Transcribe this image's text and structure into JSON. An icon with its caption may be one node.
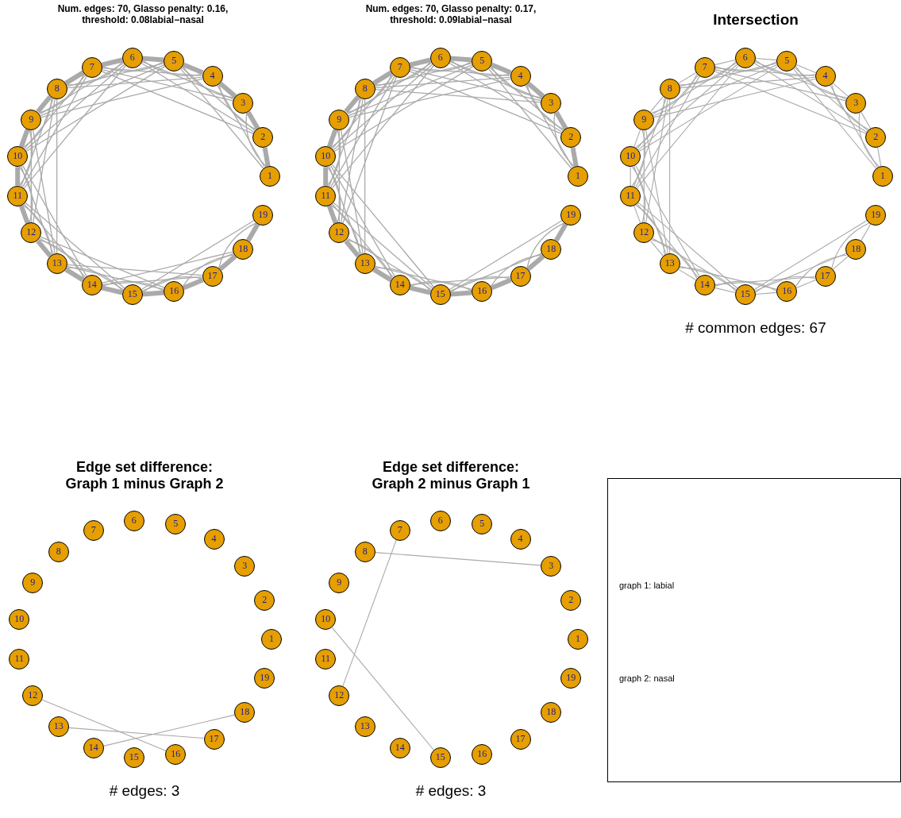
{
  "diagram": {
    "nodes": [
      {
        "text": [
          "1"
        ]
      },
      {
        "text": [
          "2"
        ]
      },
      {
        "text": [
          "3"
        ]
      },
      {
        "text": [
          "4"
        ]
      },
      {
        "text": [
          "5"
        ]
      },
      {
        "text": [
          "6"
        ]
      },
      {
        "text": [
          "7"
        ]
      },
      {
        "text": [
          "8"
        ]
      },
      {
        "text": [
          "9"
        ]
      },
      {
        "text": [
          "10"
        ]
      },
      {
        "text": [
          "11"
        ]
      },
      {
        "text": [
          "12"
        ]
      },
      {
        "text": [
          "13"
        ]
      },
      {
        "text": [
          "14"
        ]
      },
      {
        "text": [
          "15"
        ]
      },
      {
        "text": [
          "16"
        ]
      },
      {
        "text": [
          "17"
        ]
      },
      {
        "text": [
          "18"
        ]
      },
      {
        "text": [
          "19"
        ]
      },
      {
        "text": [
          "1"
        ]
      },
      {
        "text": [
          "2"
        ]
      },
      {
        "text": [
          "3"
        ]
      },
      {
        "text": [
          "4"
        ]
      },
      {
        "text": [
          "5"
        ]
      },
      {
        "text": [
          "6"
        ]
      },
      {
        "text": [
          "7"
        ]
      },
      {
        "text": [
          "8"
        ]
      },
      {
        "text": [
          "9"
        ]
      },
      {
        "text": [
          "10"
        ]
      },
      {
        "text": [
          "11"
        ]
      },
      {
        "text": [
          "12"
        ]
      },
      {
        "text": [
          "13"
        ]
      },
      {
        "text": [
          "14"
        ]
      },
      {
        "text": [
          "15"
        ]
      },
      {
        "text": [
          "16"
        ]
      },
      {
        "text": [
          "17"
        ]
      },
      {
        "text": [
          "18"
        ]
      },
      {
        "text": [
          "19"
        ]
      },
      {
        "text": [
          "1"
        ]
      },
      {
        "text": [
          "2"
        ]
      },
      {
        "text": [
          "3"
        ]
      },
      {
        "text": [
          "4"
        ]
      },
      {
        "text": [
          "5"
        ]
      },
      {
        "text": [
          "6"
        ]
      },
      {
        "text": [
          "7"
        ]
      },
      {
        "text": [
          "8"
        ]
      },
      {
        "text": [
          "9"
        ]
      },
      {
        "text": [
          "10"
        ]
      },
      {
        "text": [
          "11"
        ]
      },
      {
        "text": [
          "12"
        ]
      },
      {
        "text": [
          "13"
        ]
      },
      {
        "text": [
          "14"
        ]
      },
      {
        "text": [
          "15"
        ]
      },
      {
        "text": [
          "16"
        ]
      },
      {
        "text": [
          "17"
        ]
      },
      {
        "text": [
          "18"
        ]
      },
      {
        "text": [
          "19"
        ]
      },
      {
        "text": [
          "1"
        ]
      },
      {
        "text": [
          "2"
        ]
      },
      {
        "text": [
          "3"
        ]
      },
      {
        "text": [
          "4"
        ]
      },
      {
        "text": [
          "5"
        ]
      },
      {
        "text": [
          "6"
        ]
      },
      {
        "text": [
          "7"
        ]
      },
      {
        "text": [
          "8"
        ]
      },
      {
        "text": [
          "9"
        ]
      },
      {
        "text": [
          "10"
        ]
      },
      {
        "text": [
          "11"
        ]
      },
      {
        "text": [
          "12"
        ]
      },
      {
        "text": [
          "13"
        ]
      },
      {
        "text": [
          "14"
        ]
      },
      {
        "text": [
          "15"
        ]
      },
      {
        "text": [
          "16"
        ]
      },
      {
        "text": [
          "17"
        ]
      },
      {
        "text": [
          "18"
        ]
      },
      {
        "text": [
          "19"
        ]
      },
      {
        "text": [
          "1"
        ]
      },
      {
        "text": [
          "2"
        ]
      },
      {
        "text": [
          "3"
        ]
      },
      {
        "text": [
          "4"
        ]
      },
      {
        "text": [
          "5"
        ]
      },
      {
        "text": [
          "6"
        ]
      },
      {
        "text": [
          "7"
        ]
      },
      {
        "text": [
          "8"
        ]
      },
      {
        "text": [
          "9"
        ]
      },
      {
        "text": [
          "10"
        ]
      },
      {
        "text": [
          "11"
        ]
      },
      {
        "text": [
          "12"
        ]
      },
      {
        "text": [
          "13"
        ]
      },
      {
        "text": [
          "14"
        ]
      },
      {
        "text": [
          "15"
        ]
      },
      {
        "text": [
          "16"
        ]
      },
      {
        "text": [
          "17"
        ]
      },
      {
        "text": [
          "18"
        ]
      },
      {
        "text": [
          "19"
        ]
      },
      {
        "text": [
          "graph 1: labial",
          "graph 2: nasal"
        ]
      }
    ],
    "edges": [
      {
        "from": 0,
        "to": 1,
        "arrow": "none",
        "style": "thick"
      },
      {
        "from": 0,
        "to": 2,
        "arrow": "none"
      },
      {
        "from": 0,
        "to": 3,
        "arrow": "none"
      },
      {
        "from": 0,
        "to": 4,
        "arrow": "none"
      },
      {
        "from": 1,
        "to": 2,
        "arrow": "none",
        "style": "thick"
      },
      {
        "from": 1,
        "to": 3,
        "arrow": "none"
      },
      {
        "from": 1,
        "to": 4,
        "arrow": "none"
      },
      {
        "from": 1,
        "to": 5,
        "arrow": "none"
      },
      {
        "from": 1,
        "to": 6,
        "arrow": "none"
      },
      {
        "from": 2,
        "to": 3,
        "arrow": "none",
        "style": "thick"
      },
      {
        "from": 2,
        "to": 4,
        "arrow": "none"
      },
      {
        "from": 2,
        "to": 5,
        "arrow": "none"
      },
      {
        "from": 2,
        "to": 6,
        "arrow": "none"
      },
      {
        "from": 3,
        "to": 4,
        "arrow": "none",
        "style": "thick"
      },
      {
        "from": 3,
        "to": 5,
        "arrow": "none"
      },
      {
        "from": 3,
        "to": 6,
        "arrow": "none"
      },
      {
        "from": 3,
        "to": 7,
        "arrow": "none"
      },
      {
        "from": 3,
        "to": 8,
        "arrow": "none"
      },
      {
        "from": 4,
        "to": 5,
        "arrow": "none",
        "style": "thick"
      },
      {
        "from": 4,
        "to": 6,
        "arrow": "none"
      },
      {
        "from": 4,
        "to": 7,
        "arrow": "none"
      },
      {
        "from": 4,
        "to": 8,
        "arrow": "none"
      },
      {
        "from": 4,
        "to": 9,
        "arrow": "none"
      },
      {
        "from": 5,
        "to": 6,
        "arrow": "none",
        "style": "thick"
      },
      {
        "from": 5,
        "to": 7,
        "arrow": "none"
      },
      {
        "from": 5,
        "to": 8,
        "arrow": "none"
      },
      {
        "from": 5,
        "to": 9,
        "arrow": "none"
      },
      {
        "from": 5,
        "to": 10,
        "arrow": "none"
      },
      {
        "from": 6,
        "to": 7,
        "arrow": "none",
        "style": "thick"
      },
      {
        "from": 6,
        "to": 8,
        "arrow": "none"
      },
      {
        "from": 6,
        "to": 9,
        "arrow": "none"
      },
      {
        "from": 6,
        "to": 10,
        "arrow": "none"
      },
      {
        "from": 7,
        "to": 8,
        "arrow": "none",
        "style": "thick"
      },
      {
        "from": 7,
        "to": 9,
        "arrow": "none"
      },
      {
        "from": 7,
        "to": 10,
        "arrow": "none"
      },
      {
        "from": 7,
        "to": 11,
        "arrow": "none"
      },
      {
        "from": 7,
        "to": 12,
        "arrow": "none"
      },
      {
        "from": 8,
        "to": 9,
        "arrow": "none",
        "style": "thick"
      },
      {
        "from": 8,
        "to": 10,
        "arrow": "none"
      },
      {
        "from": 8,
        "to": 11,
        "arrow": "none"
      },
      {
        "from": 8,
        "to": 12,
        "arrow": "none"
      },
      {
        "from": 9,
        "to": 10,
        "arrow": "none",
        "style": "thick"
      },
      {
        "from": 9,
        "to": 11,
        "arrow": "none"
      },
      {
        "from": 9,
        "to": 12,
        "arrow": "none"
      },
      {
        "from": 9,
        "to": 13,
        "arrow": "none"
      },
      {
        "from": 10,
        "to": 11,
        "arrow": "none",
        "style": "thick"
      },
      {
        "from": 10,
        "to": 12,
        "arrow": "none"
      },
      {
        "from": 10,
        "to": 13,
        "arrow": "none"
      },
      {
        "from": 10,
        "to": 14,
        "arrow": "none"
      },
      {
        "from": 11,
        "to": 12,
        "arrow": "none",
        "style": "thick"
      },
      {
        "from": 11,
        "to": 13,
        "arrow": "none"
      },
      {
        "from": 11,
        "to": 14,
        "arrow": "none"
      },
      {
        "from": 12,
        "to": 13,
        "arrow": "none",
        "style": "thick"
      },
      {
        "from": 12,
        "to": 14,
        "arrow": "none"
      },
      {
        "from": 12,
        "to": 15,
        "arrow": "none"
      },
      {
        "from": 13,
        "to": 14,
        "arrow": "none",
        "style": "thick"
      },
      {
        "from": 13,
        "to": 15,
        "arrow": "none"
      },
      {
        "from": 13,
        "to": 16,
        "arrow": "none"
      },
      {
        "from": 14,
        "to": 15,
        "arrow": "none",
        "style": "thick"
      },
      {
        "from": 14,
        "to": 16,
        "arrow": "none"
      },
      {
        "from": 14,
        "to": 17,
        "arrow": "none"
      },
      {
        "from": 14,
        "to": 18,
        "arrow": "none"
      },
      {
        "from": 15,
        "to": 16,
        "arrow": "none",
        "style": "thick"
      },
      {
        "from": 15,
        "to": 17,
        "arrow": "none"
      },
      {
        "from": 16,
        "to": 17,
        "arrow": "none",
        "style": "thick"
      },
      {
        "from": 16,
        "to": 18,
        "arrow": "none"
      },
      {
        "from": 17,
        "to": 18,
        "arrow": "none",
        "style": "thick"
      },
      {
        "from": 11,
        "to": 15,
        "arrow": "none"
      },
      {
        "from": 12,
        "to": 16,
        "arrow": "none"
      },
      {
        "from": 13,
        "to": 17,
        "arrow": "none"
      },
      {
        "from": 19,
        "to": 20,
        "arrow": "none",
        "style": "thick"
      },
      {
        "from": 19,
        "to": 21,
        "arrow": "none"
      },
      {
        "from": 19,
        "to": 22,
        "arrow": "none"
      },
      {
        "from": 19,
        "to": 23,
        "arrow": "none"
      },
      {
        "from": 20,
        "to": 21,
        "arrow": "none",
        "style": "thick"
      },
      {
        "from": 20,
        "to": 22,
        "arrow": "none"
      },
      {
        "from": 20,
        "to": 23,
        "arrow": "none"
      },
      {
        "from": 20,
        "to": 24,
        "arrow": "none"
      },
      {
        "from": 20,
        "to": 25,
        "arrow": "none"
      },
      {
        "from": 21,
        "to": 22,
        "arrow": "none",
        "style": "thick"
      },
      {
        "from": 21,
        "to": 23,
        "arrow": "none"
      },
      {
        "from": 21,
        "to": 24,
        "arrow": "none"
      },
      {
        "from": 21,
        "to": 25,
        "arrow": "none"
      },
      {
        "from": 22,
        "to": 23,
        "arrow": "none",
        "style": "thick"
      },
      {
        "from": 22,
        "to": 24,
        "arrow": "none"
      },
      {
        "from": 22,
        "to": 25,
        "arrow": "none"
      },
      {
        "from": 22,
        "to": 26,
        "arrow": "none"
      },
      {
        "from": 22,
        "to": 27,
        "arrow": "none"
      },
      {
        "from": 23,
        "to": 24,
        "arrow": "none",
        "style": "thick"
      },
      {
        "from": 23,
        "to": 25,
        "arrow": "none"
      },
      {
        "from": 23,
        "to": 26,
        "arrow": "none"
      },
      {
        "from": 23,
        "to": 27,
        "arrow": "none"
      },
      {
        "from": 23,
        "to": 28,
        "arrow": "none"
      },
      {
        "from": 24,
        "to": 25,
        "arrow": "none",
        "style": "thick"
      },
      {
        "from": 24,
        "to": 26,
        "arrow": "none"
      },
      {
        "from": 24,
        "to": 27,
        "arrow": "none"
      },
      {
        "from": 24,
        "to": 28,
        "arrow": "none"
      },
      {
        "from": 24,
        "to": 29,
        "arrow": "none"
      },
      {
        "from": 25,
        "to": 26,
        "arrow": "none",
        "style": "thick"
      },
      {
        "from": 25,
        "to": 27,
        "arrow": "none"
      },
      {
        "from": 25,
        "to": 28,
        "arrow": "none"
      },
      {
        "from": 25,
        "to": 29,
        "arrow": "none"
      },
      {
        "from": 26,
        "to": 27,
        "arrow": "none",
        "style": "thick"
      },
      {
        "from": 26,
        "to": 28,
        "arrow": "none"
      },
      {
        "from": 26,
        "to": 29,
        "arrow": "none"
      },
      {
        "from": 26,
        "to": 30,
        "arrow": "none"
      },
      {
        "from": 26,
        "to": 31,
        "arrow": "none"
      },
      {
        "from": 27,
        "to": 28,
        "arrow": "none",
        "style": "thick"
      },
      {
        "from": 27,
        "to": 29,
        "arrow": "none"
      },
      {
        "from": 27,
        "to": 30,
        "arrow": "none"
      },
      {
        "from": 27,
        "to": 31,
        "arrow": "none"
      },
      {
        "from": 28,
        "to": 29,
        "arrow": "none",
        "style": "thick"
      },
      {
        "from": 28,
        "to": 30,
        "arrow": "none"
      },
      {
        "from": 28,
        "to": 31,
        "arrow": "none"
      },
      {
        "from": 28,
        "to": 32,
        "arrow": "none"
      },
      {
        "from": 29,
        "to": 30,
        "arrow": "none",
        "style": "thick"
      },
      {
        "from": 29,
        "to": 31,
        "arrow": "none"
      },
      {
        "from": 29,
        "to": 32,
        "arrow": "none"
      },
      {
        "from": 29,
        "to": 33,
        "arrow": "none"
      },
      {
        "from": 30,
        "to": 31,
        "arrow": "none",
        "style": "thick"
      },
      {
        "from": 30,
        "to": 32,
        "arrow": "none"
      },
      {
        "from": 30,
        "to": 33,
        "arrow": "none"
      },
      {
        "from": 31,
        "to": 32,
        "arrow": "none",
        "style": "thick"
      },
      {
        "from": 31,
        "to": 33,
        "arrow": "none"
      },
      {
        "from": 31,
        "to": 34,
        "arrow": "none"
      },
      {
        "from": 32,
        "to": 33,
        "arrow": "none",
        "style": "thick"
      },
      {
        "from": 32,
        "to": 34,
        "arrow": "none"
      },
      {
        "from": 32,
        "to": 35,
        "arrow": "none"
      },
      {
        "from": 33,
        "to": 34,
        "arrow": "none",
        "style": "thick"
      },
      {
        "from": 33,
        "to": 35,
        "arrow": "none"
      },
      {
        "from": 33,
        "to": 36,
        "arrow": "none"
      },
      {
        "from": 33,
        "to": 37,
        "arrow": "none"
      },
      {
        "from": 34,
        "to": 35,
        "arrow": "none",
        "style": "thick"
      },
      {
        "from": 34,
        "to": 36,
        "arrow": "none"
      },
      {
        "from": 35,
        "to": 36,
        "arrow": "none",
        "style": "thick"
      },
      {
        "from": 35,
        "to": 37,
        "arrow": "none"
      },
      {
        "from": 36,
        "to": 37,
        "arrow": "none",
        "style": "thick"
      },
      {
        "from": 21,
        "to": 26,
        "arrow": "none"
      },
      {
        "from": 25,
        "to": 30,
        "arrow": "none"
      },
      {
        "from": 28,
        "to": 33,
        "arrow": "none"
      },
      {
        "from": 38,
        "to": 39,
        "arrow": "none"
      },
      {
        "from": 38,
        "to": 40,
        "arrow": "none"
      },
      {
        "from": 38,
        "to": 41,
        "arrow": "none"
      },
      {
        "from": 38,
        "to": 42,
        "arrow": "none"
      },
      {
        "from": 39,
        "to": 40,
        "arrow": "none"
      },
      {
        "from": 39,
        "to": 41,
        "arrow": "none"
      },
      {
        "from": 39,
        "to": 42,
        "arrow": "none"
      },
      {
        "from": 39,
        "to": 43,
        "arrow": "none"
      },
      {
        "from": 39,
        "to": 44,
        "arrow": "none"
      },
      {
        "from": 40,
        "to": 41,
        "arrow": "none"
      },
      {
        "from": 40,
        "to": 42,
        "arrow": "none"
      },
      {
        "from": 40,
        "to": 43,
        "arrow": "none"
      },
      {
        "from": 40,
        "to": 44,
        "arrow": "none"
      },
      {
        "from": 41,
        "to": 42,
        "arrow": "none"
      },
      {
        "from": 41,
        "to": 43,
        "arrow": "none"
      },
      {
        "from": 41,
        "to": 44,
        "arrow": "none"
      },
      {
        "from": 41,
        "to": 45,
        "arrow": "none"
      },
      {
        "from": 41,
        "to": 46,
        "arrow": "none"
      },
      {
        "from": 42,
        "to": 43,
        "arrow": "none"
      },
      {
        "from": 42,
        "to": 44,
        "arrow": "none"
      },
      {
        "from": 42,
        "to": 45,
        "arrow": "none"
      },
      {
        "from": 42,
        "to": 46,
        "arrow": "none"
      },
      {
        "from": 42,
        "to": 47,
        "arrow": "none"
      },
      {
        "from": 43,
        "to": 44,
        "arrow": "none"
      },
      {
        "from": 43,
        "to": 45,
        "arrow": "none"
      },
      {
        "from": 43,
        "to": 46,
        "arrow": "none"
      },
      {
        "from": 43,
        "to": 47,
        "arrow": "none"
      },
      {
        "from": 43,
        "to": 48,
        "arrow": "none"
      },
      {
        "from": 44,
        "to": 45,
        "arrow": "none"
      },
      {
        "from": 44,
        "to": 46,
        "arrow": "none"
      },
      {
        "from": 44,
        "to": 47,
        "arrow": "none"
      },
      {
        "from": 44,
        "to": 48,
        "arrow": "none"
      },
      {
        "from": 45,
        "to": 46,
        "arrow": "none"
      },
      {
        "from": 45,
        "to": 47,
        "arrow": "none"
      },
      {
        "from": 45,
        "to": 48,
        "arrow": "none"
      },
      {
        "from": 45,
        "to": 49,
        "arrow": "none"
      },
      {
        "from": 45,
        "to": 50,
        "arrow": "none"
      },
      {
        "from": 46,
        "to": 47,
        "arrow": "none"
      },
      {
        "from": 46,
        "to": 48,
        "arrow": "none"
      },
      {
        "from": 46,
        "to": 49,
        "arrow": "none"
      },
      {
        "from": 46,
        "to": 50,
        "arrow": "none"
      },
      {
        "from": 47,
        "to": 48,
        "arrow": "none"
      },
      {
        "from": 47,
        "to": 49,
        "arrow": "none"
      },
      {
        "from": 47,
        "to": 50,
        "arrow": "none"
      },
      {
        "from": 47,
        "to": 51,
        "arrow": "none"
      },
      {
        "from": 48,
        "to": 49,
        "arrow": "none"
      },
      {
        "from": 48,
        "to": 50,
        "arrow": "none"
      },
      {
        "from": 48,
        "to": 51,
        "arrow": "none"
      },
      {
        "from": 48,
        "to": 52,
        "arrow": "none"
      },
      {
        "from": 49,
        "to": 50,
        "arrow": "none"
      },
      {
        "from": 49,
        "to": 51,
        "arrow": "none"
      },
      {
        "from": 49,
        "to": 52,
        "arrow": "none"
      },
      {
        "from": 50,
        "to": 51,
        "arrow": "none"
      },
      {
        "from": 50,
        "to": 52,
        "arrow": "none"
      },
      {
        "from": 50,
        "to": 53,
        "arrow": "none"
      },
      {
        "from": 51,
        "to": 52,
        "arrow": "none"
      },
      {
        "from": 51,
        "to": 53,
        "arrow": "none"
      },
      {
        "from": 51,
        "to": 54,
        "arrow": "none"
      },
      {
        "from": 52,
        "to": 53,
        "arrow": "none"
      },
      {
        "from": 52,
        "to": 54,
        "arrow": "none"
      },
      {
        "from": 52,
        "to": 55,
        "arrow": "none"
      },
      {
        "from": 52,
        "to": 56,
        "arrow": "none"
      },
      {
        "from": 53,
        "to": 54,
        "arrow": "none"
      },
      {
        "from": 53,
        "to": 55,
        "arrow": "none"
      },
      {
        "from": 54,
        "to": 55,
        "arrow": "none"
      },
      {
        "from": 54,
        "to": 56,
        "arrow": "none"
      },
      {
        "from": 55,
        "to": 56,
        "arrow": "none"
      },
      {
        "from": 68,
        "to": 72,
        "arrow": "none"
      },
      {
        "from": 69,
        "to": 73,
        "arrow": "none"
      },
      {
        "from": 70,
        "to": 74,
        "arrow": "none"
      },
      {
        "from": 78,
        "to": 83,
        "arrow": "none"
      },
      {
        "from": 82,
        "to": 87,
        "arrow": "none"
      },
      {
        "from": 85,
        "to": 90,
        "arrow": "none"
      }
    ],
    "labels": [
      "Num. edges: 70, Glasso penalty: 0.16, threshold: 0.08labial−nasal",
      "Num. edges: 70, Glasso penalty: 0.17, threshold: 0.09labial−nasal",
      "Intersection",
      "# common edges: 67",
      "Edge set difference: Graph 1 minus Graph 2",
      "Edge set difference: Graph 2 minus Graph 1",
      "# edges: 3",
      "# edges: 3"
    ]
  }
}
